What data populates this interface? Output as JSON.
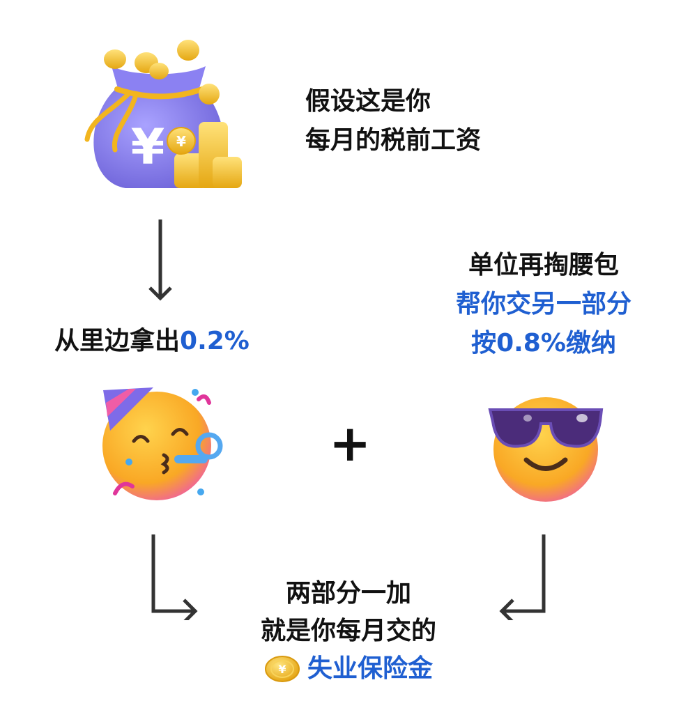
{
  "salary": {
    "line1": "假设这是你",
    "line2": "每月的税前工资",
    "icon": "money-bag-icon"
  },
  "employee": {
    "text": "从里边拿出",
    "rate": "0.2%",
    "icon": "partying-face-icon"
  },
  "employer": {
    "line1": "单位再掏腰包",
    "line2": "帮你交另一部分",
    "line3_prefix": "按",
    "line3_rate": "0.8%",
    "line3_suffix": "缴纳",
    "icon": "sunglasses-face-icon"
  },
  "plus_sign": "+",
  "result": {
    "line1": "两部分一加",
    "line2": "就是你每月交的",
    "line3": "失业保险金",
    "icon": "coin-icon"
  },
  "colors": {
    "accent_blue": "#1f5fd1",
    "text": "#111111",
    "coin_gold": "#f5c21b",
    "bag_purple": "#8f86f0"
  }
}
